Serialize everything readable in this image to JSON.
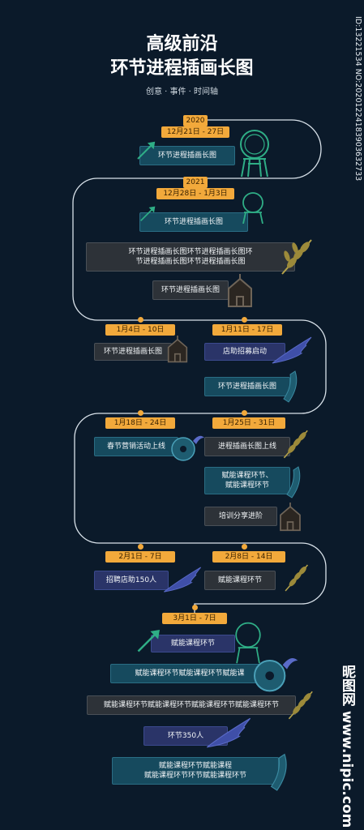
{
  "header": {
    "title_line1": "高级前沿",
    "title_line2": "环节进程插画长图",
    "subtitle": "创意 · 事件 · 时间轴"
  },
  "side_id": "ID:13221534 NO:20201224183903632733",
  "watermark": "昵图网 www.nipic.com",
  "colors": {
    "accent": "#f2a93b",
    "bg": "#0b1a2a",
    "teal": "#164a5e",
    "gray": "#2d3238",
    "navy": "#2a3468"
  },
  "timeline": {
    "year_2020": "2020",
    "date_1": "12月21日 - 27日",
    "box_1": "环节进程插画长图",
    "year_2021": "2021",
    "date_2": "12月28日 - 1月3日",
    "box_2": "环节进程插画长图",
    "box_3a": "环节进程插画长图环节进程插画长图环",
    "box_3b": "节进程插画长图环节进程插画长图",
    "box_4": "环节进程插画长图",
    "date_3": "1月4日 - 10日",
    "date_4": "1月11日 - 17日",
    "box_5": "环节进程插画长图",
    "box_6": "店助招募启动",
    "box_7": "环节进程插画长图",
    "date_5": "1月18日 - 24日",
    "date_6": "1月25日 - 31日",
    "box_8": "春节营销活动上线",
    "box_9": "进程插画长图上线",
    "box_10a": "赋能课程环节、",
    "box_10b": "赋能课程环节",
    "box_11": "培训分享进阶",
    "date_7": "2月1日 - 7日",
    "date_8": "2月8日 - 14日",
    "box_12": "招聘店助150人",
    "box_13": "赋能课程环节",
    "date_9": "3月1日 - 7日",
    "box_14": "赋能课程环节",
    "box_15": "赋能课程环节赋能课程环节赋能课",
    "box_16": "赋能课程环节赋能课程环节赋能课程环节赋能课程环节",
    "box_17": "环节350人",
    "box_18a": "赋能课程环节赋能课程",
    "box_18b": "赋能课程环节环节赋能课程环节"
  }
}
